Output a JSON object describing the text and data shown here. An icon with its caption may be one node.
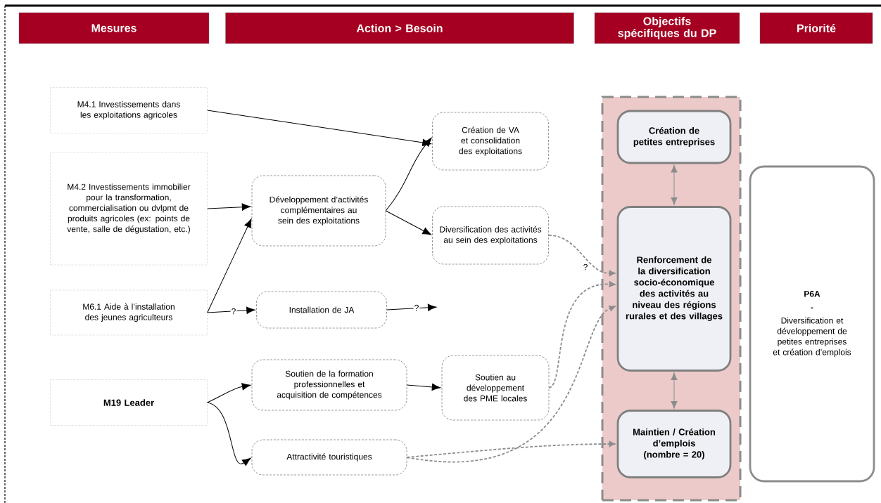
{
  "diagram": {
    "nodes": [
      {
        "text": [
          "Mesures"
        ]
      },
      {
        "text": [
          "Action > Besoin"
        ]
      },
      {
        "text": [
          "Objectifs spécifiques du DP"
        ]
      },
      {
        "text": [
          "Priorité"
        ]
      },
      {
        "text": [
          "M4.1 Investissements dans les exploitations agricoles"
        ]
      },
      {
        "text": [
          "M4.2 Investissements immobilier pour la transformation, commercialisation ou dvlpmt de produits agricoles (ex: points de vente, salle de dégustation, etc.)"
        ]
      },
      {
        "text": [
          "M6.1 Aide à l’installation des jeunes agriculteurs"
        ]
      },
      {
        "text": [
          "M19 Leader"
        ]
      },
      {
        "text": [
          "Développement d’activités complémentaires au sein des exploitations"
        ]
      },
      {
        "text": [
          "Installation de JA"
        ]
      },
      {
        "text": [
          "Soutien de la formation professionnelles et acquisition de compétences"
        ]
      },
      {
        "text": [
          "Attractivité touristiques"
        ]
      },
      {
        "text": [
          "Création de VA et consolidation des exploitations"
        ]
      },
      {
        "text": [
          "Diversification des activités au sein des exploitations"
        ]
      },
      {
        "text": [
          "Soutien au développement des PME locales"
        ]
      },
      {
        "text": [],
        "shape": "band"
      },
      {
        "text": [
          "Création de petites entreprises"
        ],
        "in": 15
      },
      {
        "text": [
          "Renforcement de la diversification socio-économique des activités au niveau des régions rurales et des villages"
        ],
        "in": 15
      },
      {
        "text": [
          "Maintien / Création d’emplois (nombre = 20)"
        ],
        "in": 15
      },
      {
        "text": [
          "P6A",
          "-",
          "Diversification et développement de petites entreprises et création d’emplois"
        ]
      }
    ],
    "edges": [
      {
        "from": 4,
        "to": 12,
        "arrow": "to"
      },
      {
        "from": 5,
        "to": 8,
        "arrow": "to"
      },
      {
        "from": 6,
        "to": 8,
        "arrow": "to"
      },
      {
        "from": 6,
        "to": 9,
        "arrow": "to",
        "label": "?"
      },
      {
        "from": 9,
        "to": null,
        "arrow": "to",
        "label": "?"
      },
      {
        "from": 8,
        "to": 12,
        "arrow": "to"
      },
      {
        "from": 8,
        "to": 13,
        "arrow": "to"
      },
      {
        "from": 7,
        "to": 10,
        "arrow": "to"
      },
      {
        "from": 7,
        "to": 11,
        "arrow": "to"
      },
      {
        "from": 10,
        "to": 14,
        "arrow": "to"
      },
      {
        "from": 13,
        "to": 17,
        "arrow": "to",
        "label": "?",
        "style": "dashed",
        "color": "#8c8c8c"
      },
      {
        "from": 14,
        "to": 17,
        "arrow": "to",
        "style": "dashed",
        "color": "#8c8c8c"
      },
      {
        "from": 11,
        "to": 17,
        "arrow": "to",
        "style": "dashed",
        "color": "#8c8c8c"
      },
      {
        "from": 11,
        "to": 18,
        "arrow": "to",
        "style": "dashed",
        "color": "#8c8c8c"
      },
      {
        "from": 16,
        "to": 17,
        "arrow": "both",
        "color": "#8c8c8c"
      },
      {
        "from": 17,
        "to": 18,
        "arrow": "both",
        "color": "#8c8c8c"
      }
    ]
  }
}
